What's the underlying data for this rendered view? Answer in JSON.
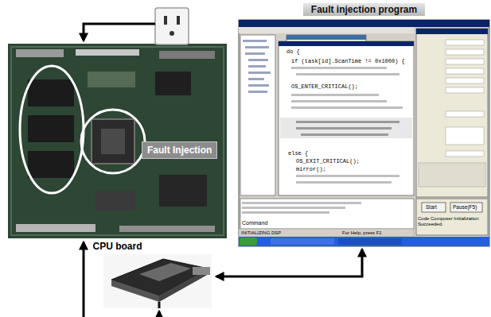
{
  "diagram": {
    "nodes": [
      {
        "text": [
          "CPU board"
        ]
      },
      {
        "text": [
          "Fault Injection"
        ],
        "in": 0
      },
      {
        "text": [
          "Fault injection program"
        ]
      }
    ],
    "labels": [
      "do {",
      "if (task[id].ScanTime != 0x1000) {",
      "OS_ENTER_CRITICAL();",
      "OS_EXIT_CRITICAL();",
      "else {",
      "mirror();",
      "Start",
      "Pause(F5)",
      "Code Composer Initialization Succeeded.",
      "Command",
      "INITIALIZING DSP",
      "For Help, press F1"
    ]
  }
}
